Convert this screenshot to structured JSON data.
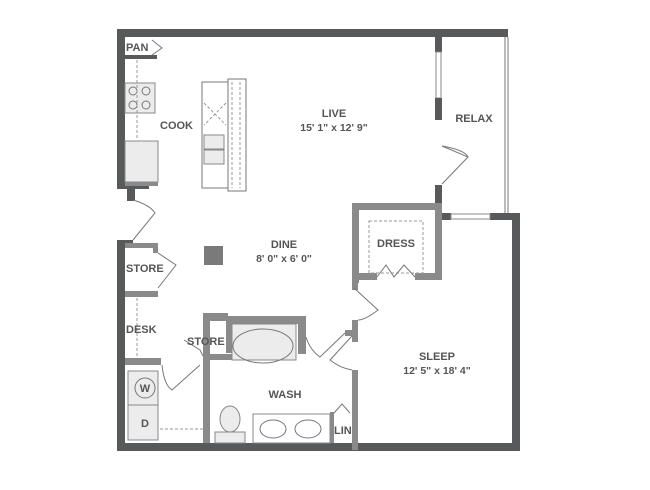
{
  "rooms": {
    "pan": {
      "name": "PAN"
    },
    "cook": {
      "name": "COOK"
    },
    "live": {
      "name": "LIVE",
      "dims": "15' 1\" x 12' 9\""
    },
    "relax": {
      "name": "RELAX"
    },
    "dine": {
      "name": "DINE",
      "dims": "8' 0\" x 6' 0\""
    },
    "dress": {
      "name": "DRESS"
    },
    "store1": {
      "name": "STORE"
    },
    "desk": {
      "name": "DESK"
    },
    "store2": {
      "name": "STORE"
    },
    "sleep": {
      "name": "SLEEP",
      "dims": "12' 5\" x 18' 4\""
    },
    "wash": {
      "name": "WASH"
    },
    "lin": {
      "name": "LIN"
    },
    "washer": {
      "name": "W"
    },
    "dryer": {
      "name": "D"
    }
  }
}
